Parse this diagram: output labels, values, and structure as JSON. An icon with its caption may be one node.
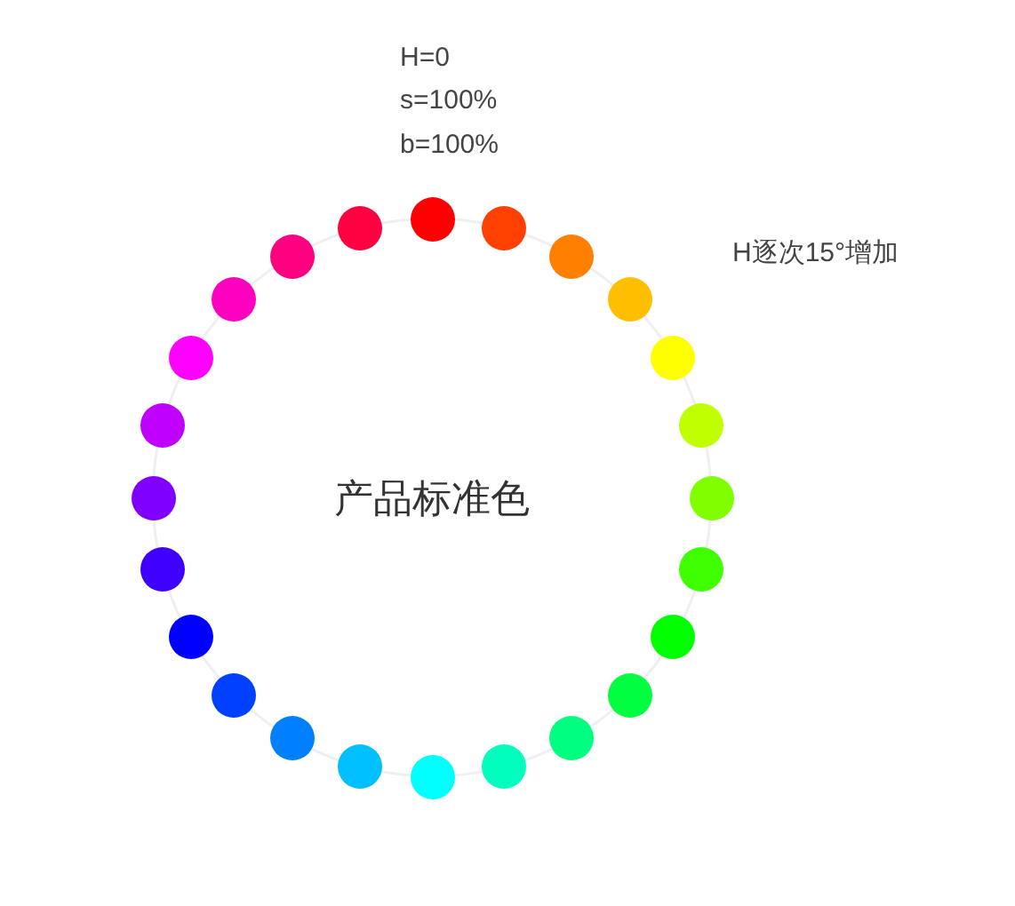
{
  "diagram": {
    "title": "产品标准色",
    "nodes": [
      {
        "text": [],
        "shape": "circle"
      },
      {
        "text": [],
        "shape": "circle"
      },
      {
        "text": [],
        "shape": "circle"
      },
      {
        "text": [],
        "shape": "circle"
      },
      {
        "text": [],
        "shape": "circle"
      },
      {
        "text": [],
        "shape": "circle"
      },
      {
        "text": [],
        "shape": "circle"
      },
      {
        "text": [],
        "shape": "circle"
      },
      {
        "text": [],
        "shape": "circle"
      },
      {
        "text": [],
        "shape": "circle"
      },
      {
        "text": [],
        "shape": "circle"
      },
      {
        "text": [],
        "shape": "circle"
      },
      {
        "text": [],
        "shape": "circle"
      },
      {
        "text": [],
        "shape": "circle"
      },
      {
        "text": [],
        "shape": "circle"
      },
      {
        "text": [],
        "shape": "circle"
      },
      {
        "text": [],
        "shape": "circle"
      },
      {
        "text": [],
        "shape": "circle"
      },
      {
        "text": [],
        "shape": "circle"
      },
      {
        "text": [],
        "shape": "circle"
      },
      {
        "text": [],
        "shape": "circle"
      },
      {
        "text": [],
        "shape": "circle"
      },
      {
        "text": [],
        "shape": "circle"
      },
      {
        "text": [],
        "shape": "circle"
      }
    ],
    "labels": [
      "H=0",
      "s=100%",
      "b=100%",
      "H逐次15°增加"
    ]
  }
}
